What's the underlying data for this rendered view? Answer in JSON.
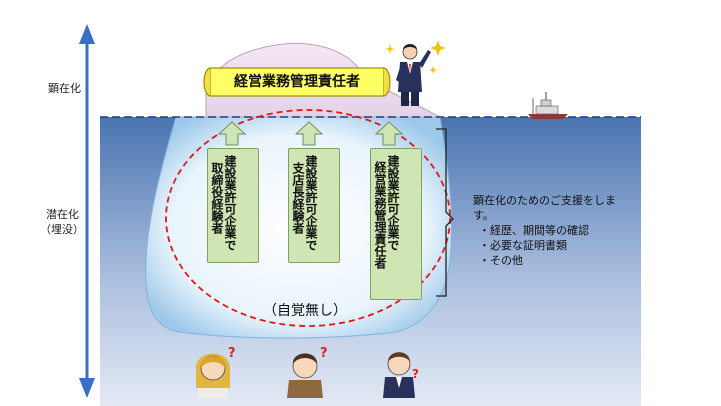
{
  "levels": {
    "surface": "顕在化",
    "latent_line1": "潜在化",
    "latent_line2": "（埋没）"
  },
  "banner": {
    "text": "経営業務管理責任者"
  },
  "columns": [
    {
      "text_right": "建設業許可企業で",
      "text_left": "取締役経験者"
    },
    {
      "text_right": "建設業許可企業で",
      "text_left": "支店長経験者"
    },
    {
      "text_right": "建設業許可企業で",
      "text_left": "経営業務管理責任者"
    }
  ],
  "unaware_label": "（自覚無し）",
  "notes": {
    "intro_line1": "顕在化のためのご支援をしま",
    "intro_line2": "す。",
    "items": [
      "・経歴、期間等の確認",
      "・必要な証明書類",
      "・その他"
    ]
  },
  "colors": {
    "water_top": "#4a74b0",
    "water_bottom": "#dde6f4",
    "iceberg": "#eeddee",
    "banner": "#ffff66",
    "box": "#cfe6b4",
    "dashed_circle": "#e01818",
    "axis_arrow": "#3a6fc4"
  }
}
